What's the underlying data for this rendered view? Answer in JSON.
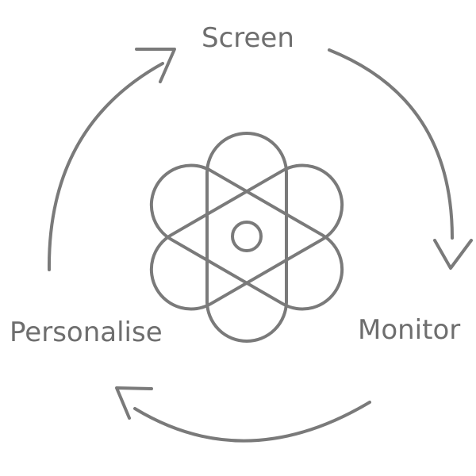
{
  "diagram": {
    "stages": [
      {
        "label": "Screen"
      },
      {
        "label": "Monitor"
      },
      {
        "label": "Personalise"
      }
    ],
    "center_icon": "atom-icon",
    "arrow_direction": "clockwise",
    "colors": {
      "stroke": "#7a7a7a",
      "text": "#6e6e6e",
      "background": "#ffffff"
    }
  }
}
